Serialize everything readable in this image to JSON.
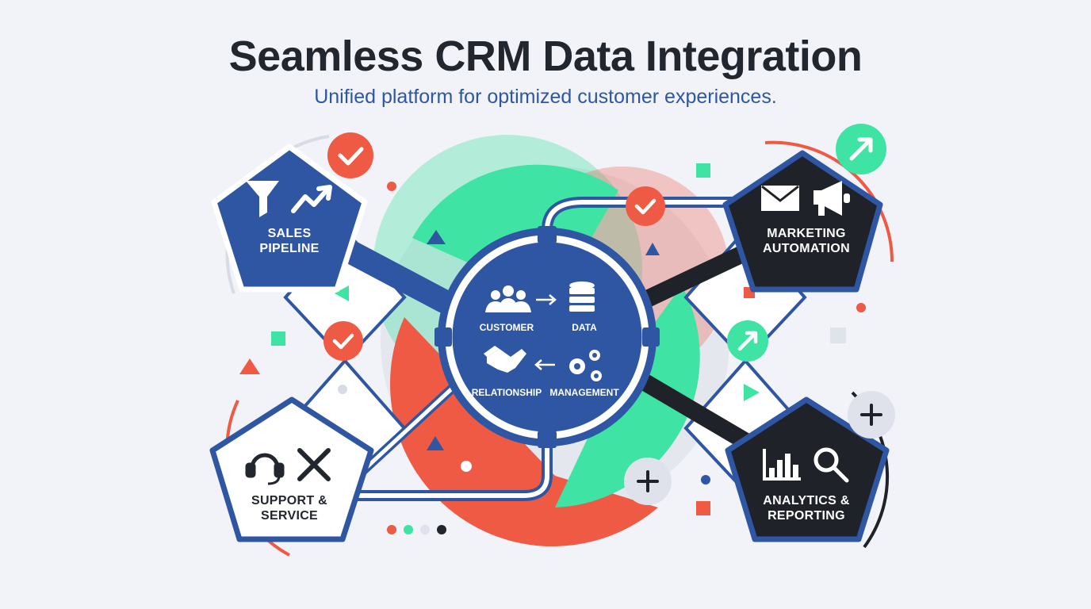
{
  "header": {
    "title": "Seamless CRM Data Integration",
    "subtitle": "Unified platform for optimized customer experiences."
  },
  "nodes": {
    "sales": {
      "line1": "SALES",
      "line2": "PIPELINE",
      "icons": [
        "funnel-icon",
        "trend-up-icon"
      ],
      "badge": "check-badge-icon"
    },
    "marketing": {
      "line1": "MARKETING",
      "line2": "AUTOMATION",
      "icons": [
        "mail-icon",
        "megaphone-icon"
      ],
      "badge": "arrow-up-right-badge-icon"
    },
    "support": {
      "line1": "SUPPORT &",
      "line2": "SERVICE",
      "icons": [
        "headset-icon",
        "tools-icon"
      ]
    },
    "analytics": {
      "line1": "ANALYTICS &",
      "line2": "REPORTING",
      "icons": [
        "bar-chart-icon",
        "magnifier-icon"
      ],
      "badge": "plus-badge-icon"
    }
  },
  "hub": {
    "customer": "CUSTOMER",
    "data": "DATA",
    "relationship": "RELATIONSHIP",
    "management": "MANAGEMENT",
    "icons": [
      "people-icon",
      "arrow-right-icon",
      "database-icon",
      "handshake-icon",
      "arrow-left-icon",
      "gears-icon"
    ]
  },
  "colors": {
    "navy": "#2f56a3",
    "black": "#1f2228",
    "coral": "#ef5a45",
    "mint": "#3fe3a4",
    "background": "#f1f3f8"
  }
}
